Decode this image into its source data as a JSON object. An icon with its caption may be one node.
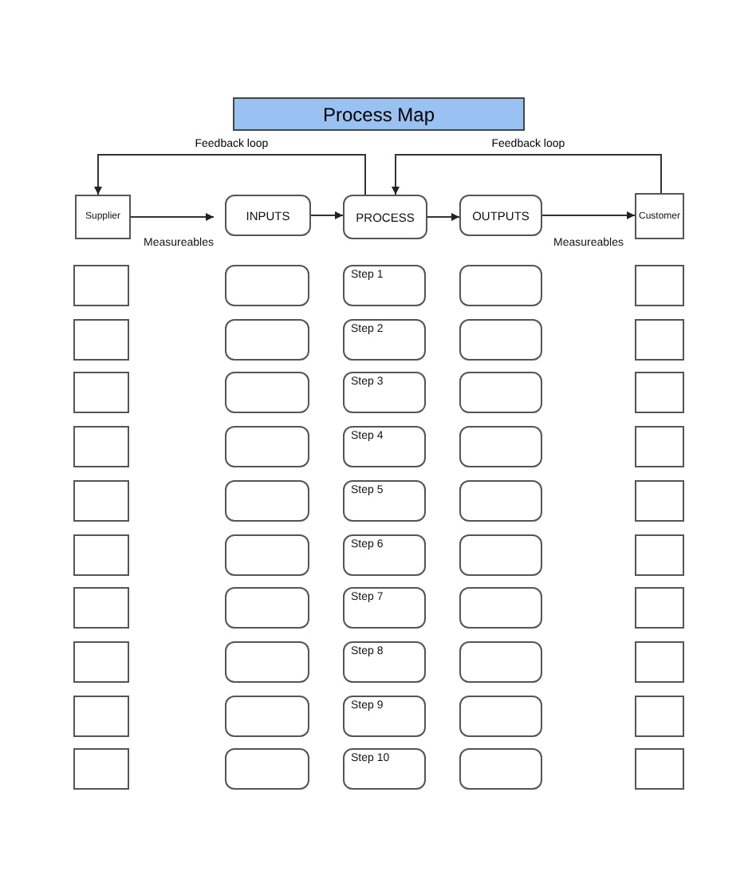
{
  "diagram": {
    "title": "Process Map",
    "nodes": [
      {
        "text": [
          "Supplier"
        ]
      },
      {
        "text": [
          "INPUTS"
        ]
      },
      {
        "text": [
          "PROCESS"
        ]
      },
      {
        "text": [
          "OUTPUTS"
        ]
      },
      {
        "text": [
          "Customer"
        ]
      },
      {
        "text": [],
        "shape": "box"
      },
      {
        "text": [],
        "shape": "box"
      },
      {
        "text": [
          "Step 1"
        ]
      },
      {
        "text": [],
        "shape": "box"
      },
      {
        "text": [],
        "shape": "box"
      },
      {
        "text": [],
        "shape": "box"
      },
      {
        "text": [],
        "shape": "box"
      },
      {
        "text": [
          "Step 2"
        ]
      },
      {
        "text": [],
        "shape": "box"
      },
      {
        "text": [],
        "shape": "box"
      },
      {
        "text": [],
        "shape": "box"
      },
      {
        "text": [],
        "shape": "box"
      },
      {
        "text": [
          "Step 3"
        ]
      },
      {
        "text": [],
        "shape": "box"
      },
      {
        "text": [],
        "shape": "box"
      },
      {
        "text": [],
        "shape": "box"
      },
      {
        "text": [],
        "shape": "box"
      },
      {
        "text": [
          "Step 4"
        ]
      },
      {
        "text": [],
        "shape": "box"
      },
      {
        "text": [],
        "shape": "box"
      },
      {
        "text": [],
        "shape": "box"
      },
      {
        "text": [],
        "shape": "box"
      },
      {
        "text": [
          "Step 5"
        ]
      },
      {
        "text": [],
        "shape": "box"
      },
      {
        "text": [],
        "shape": "box"
      },
      {
        "text": [],
        "shape": "box"
      },
      {
        "text": [],
        "shape": "box"
      },
      {
        "text": [
          "Step 6"
        ]
      },
      {
        "text": [],
        "shape": "box"
      },
      {
        "text": [],
        "shape": "box"
      },
      {
        "text": [],
        "shape": "box"
      },
      {
        "text": [],
        "shape": "box"
      },
      {
        "text": [
          "Step 7"
        ]
      },
      {
        "text": [],
        "shape": "box"
      },
      {
        "text": [],
        "shape": "box"
      },
      {
        "text": [],
        "shape": "box"
      },
      {
        "text": [],
        "shape": "box"
      },
      {
        "text": [
          "Step 8"
        ]
      },
      {
        "text": [],
        "shape": "box"
      },
      {
        "text": [],
        "shape": "box"
      },
      {
        "text": [],
        "shape": "box"
      },
      {
        "text": [],
        "shape": "box"
      },
      {
        "text": [
          "Step 9"
        ]
      },
      {
        "text": [],
        "shape": "box"
      },
      {
        "text": [],
        "shape": "box"
      },
      {
        "text": [],
        "shape": "box"
      },
      {
        "text": [],
        "shape": "box"
      },
      {
        "text": [
          "Step 10"
        ]
      },
      {
        "text": [],
        "shape": "box"
      },
      {
        "text": [],
        "shape": "box"
      }
    ],
    "edges": [
      {
        "from": 0,
        "to": 1,
        "arrow": "to"
      },
      {
        "from": 1,
        "to": 2,
        "arrow": "to"
      },
      {
        "from": 2,
        "to": 3,
        "arrow": "to"
      },
      {
        "from": 3,
        "to": 4,
        "arrow": "to"
      },
      {
        "from": 2,
        "to": 0,
        "arrow": "to",
        "label": "Feedback loop"
      },
      {
        "from": 4,
        "to": 2,
        "arrow": "to",
        "label": "Feedback loop"
      }
    ],
    "labels": [
      "Measureables",
      "Measureables"
    ]
  }
}
